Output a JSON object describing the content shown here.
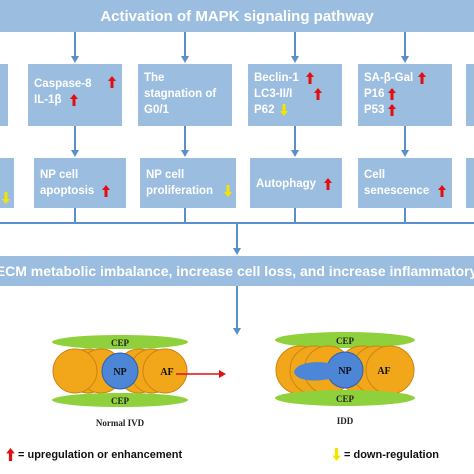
{
  "title": "Activation of MAPK signaling pathway",
  "col1": {
    "line1": "Caspase-8",
    "line2": "IL-1β"
  },
  "col2": {
    "line1": "The",
    "line2": "stagnation of",
    "line3": "G0/1"
  },
  "col3": {
    "line1": "Beclin-1",
    "line2": "LC3-II/I",
    "line3": "P62"
  },
  "col4": {
    "line1": "SA-β-Gal",
    "line2": "P16",
    "line3": "P53"
  },
  "out1": {
    "line1": "NP cell",
    "line2": "apoptosis"
  },
  "out2": {
    "line1": "NP cell",
    "line2": "proliferation"
  },
  "out3": {
    "line1": "Autophagy"
  },
  "out4": {
    "line1": "Cell",
    "line2": "senescence"
  },
  "ecm": "ate ECM metabolic imbalance, increase cell loss, and increase inflammatory res",
  "normal": {
    "cep_top": "CEP",
    "np": "NP",
    "af": "AF",
    "cep_bottom": "CEP",
    "caption": "Normal IVD"
  },
  "idd": {
    "cep_top": "CEP",
    "np": "NP",
    "af": "AF",
    "cep_bottom": "CEP",
    "caption": "IDD"
  },
  "legend": {
    "up": "= upregulation or enhancement",
    "down": "= down-regulation"
  },
  "colors": {
    "box": "#9bbde0",
    "arrow_up": "#e01010",
    "arrow_down": "#f2e600",
    "af": "#f2a71b",
    "cep": "#8fd13c",
    "np": "#4d86d6"
  }
}
